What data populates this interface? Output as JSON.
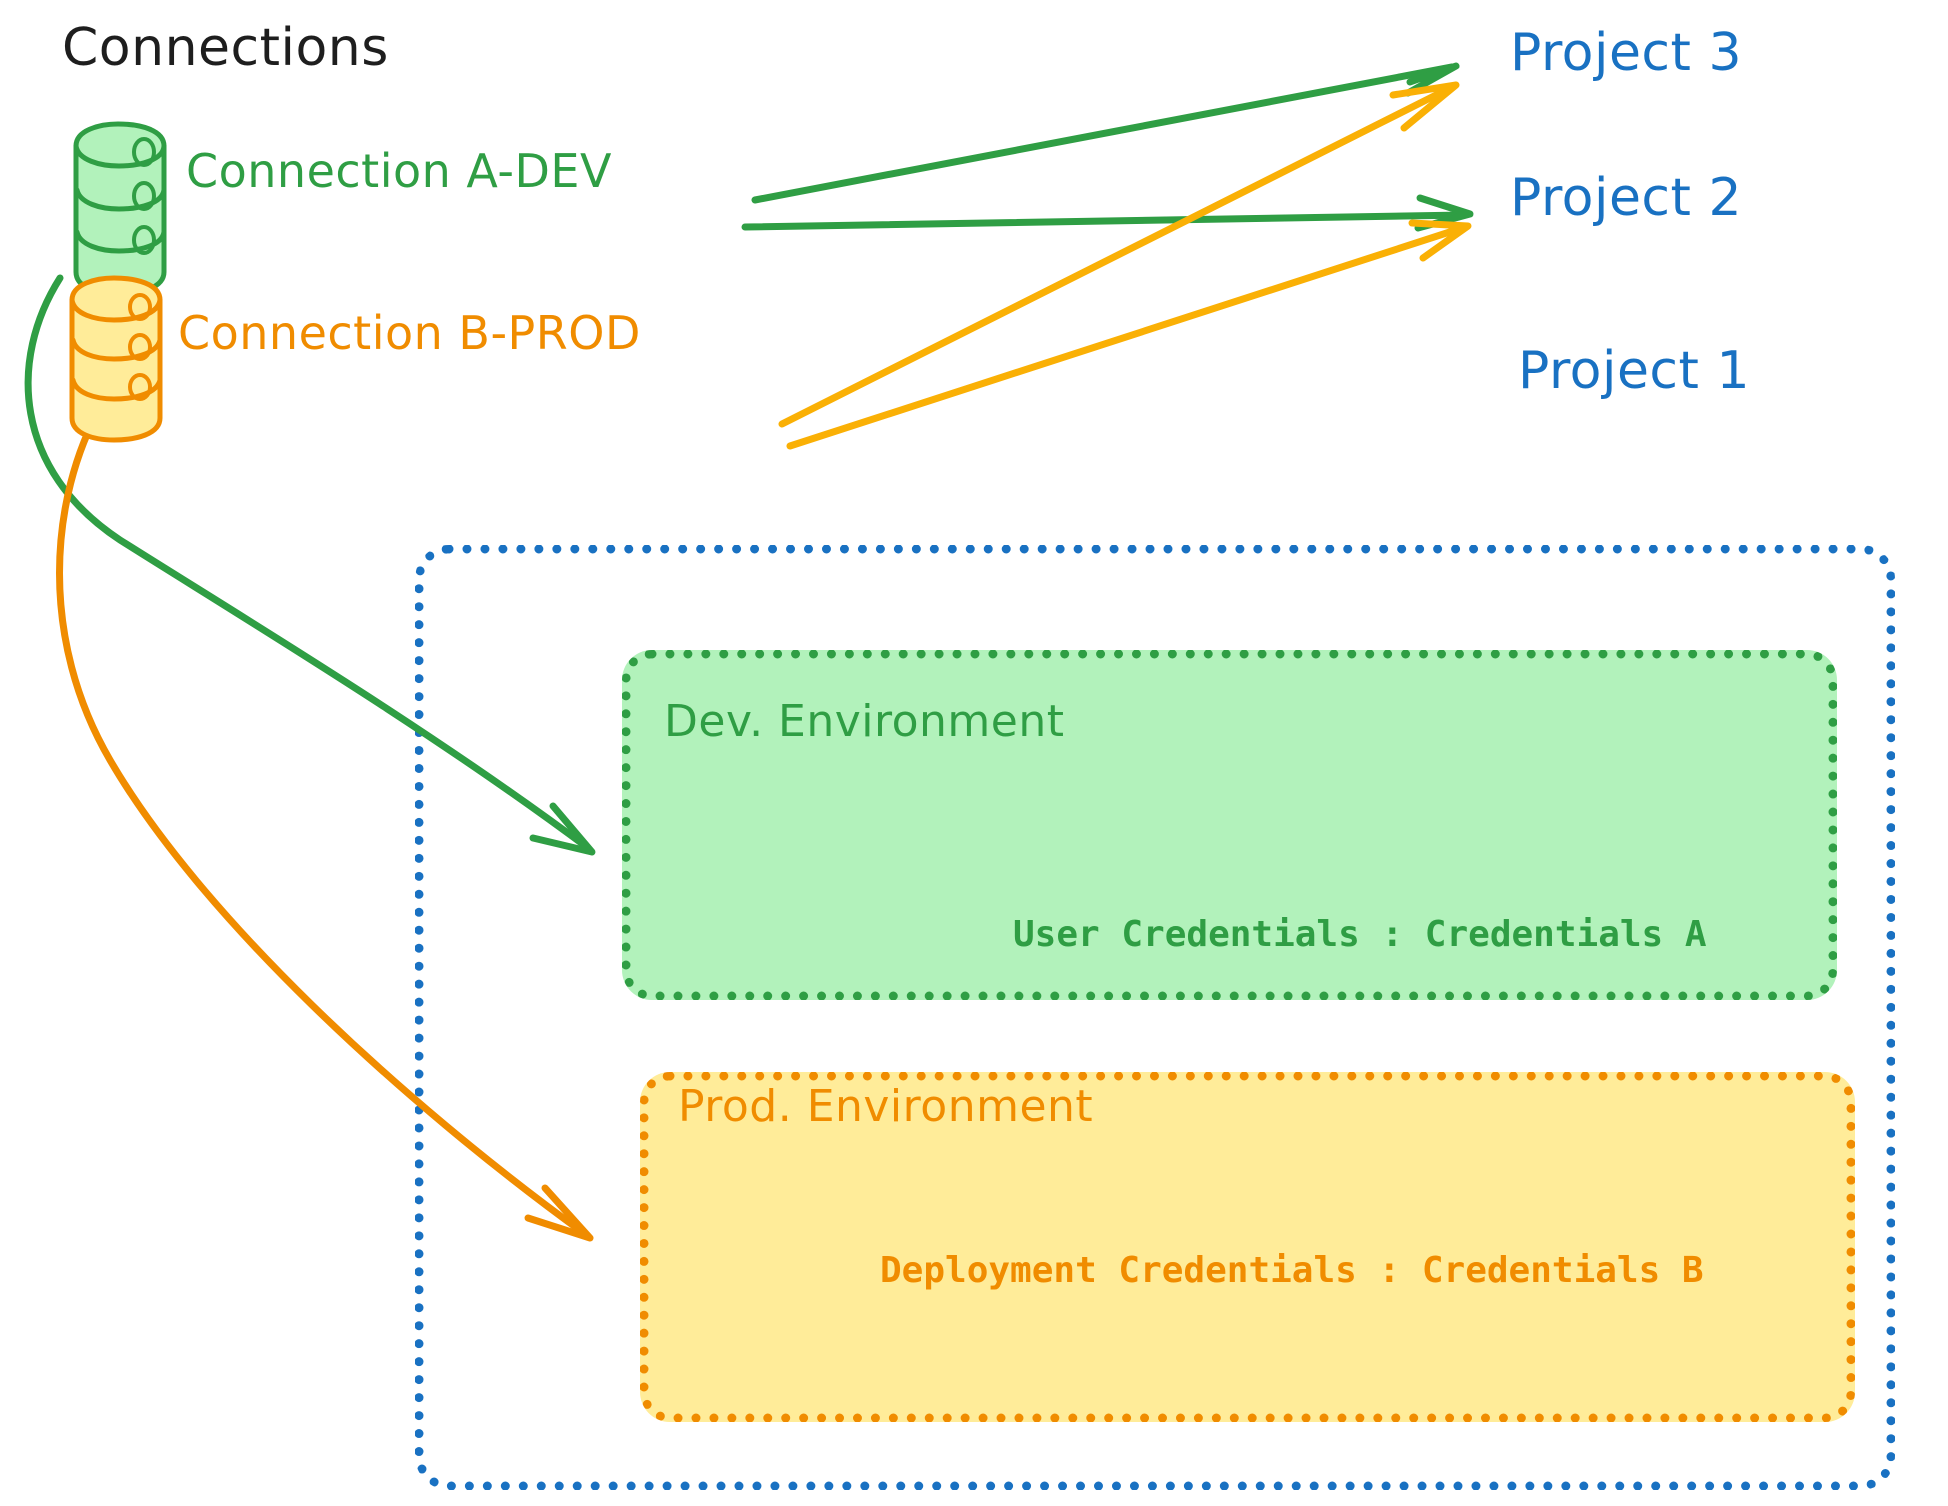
{
  "diagram": {
    "title": "Connections",
    "background": "#ffffff",
    "colors": {
      "green_stroke": "#2f9e44",
      "green_fill": "#b2f2bb",
      "orange_stroke": "#f08c00",
      "orange_fill": "#ffec99",
      "blue": "#1971c2",
      "black": "#1e1e1e"
    },
    "connections": [
      {
        "id": "connection-a-dev",
        "label": "Connection A-DEV",
        "color": "#2f9e44",
        "icon": "database-cylinder-icon",
        "targets": [
          "Project 3",
          "Project 2",
          "Dev. Environment"
        ]
      },
      {
        "id": "connection-b-prod",
        "label": "Connection B-PROD",
        "color": "#f08c00",
        "icon": "database-cylinder-icon",
        "targets": [
          "Project 3",
          "Project 2",
          "Prod. Environment"
        ]
      }
    ],
    "projects": [
      {
        "id": "project-3",
        "label": "Project 3",
        "color": "#1971c2"
      },
      {
        "id": "project-2",
        "label": "Project 2",
        "color": "#1971c2"
      },
      {
        "id": "project-1",
        "label": "Project 1",
        "color": "#1971c2"
      }
    ],
    "environments": [
      {
        "id": "dev-environment",
        "label": "Dev. Environment",
        "credentials_label": "User Credentials : Credentials A",
        "stroke": "#2f9e44",
        "fill": "#b2f2bb"
      },
      {
        "id": "prod-environment",
        "label": "Prod. Environment",
        "credentials_label": "Deployment Credentials : Credentials B",
        "stroke": "#f08c00",
        "fill": "#ffec99"
      }
    ]
  }
}
